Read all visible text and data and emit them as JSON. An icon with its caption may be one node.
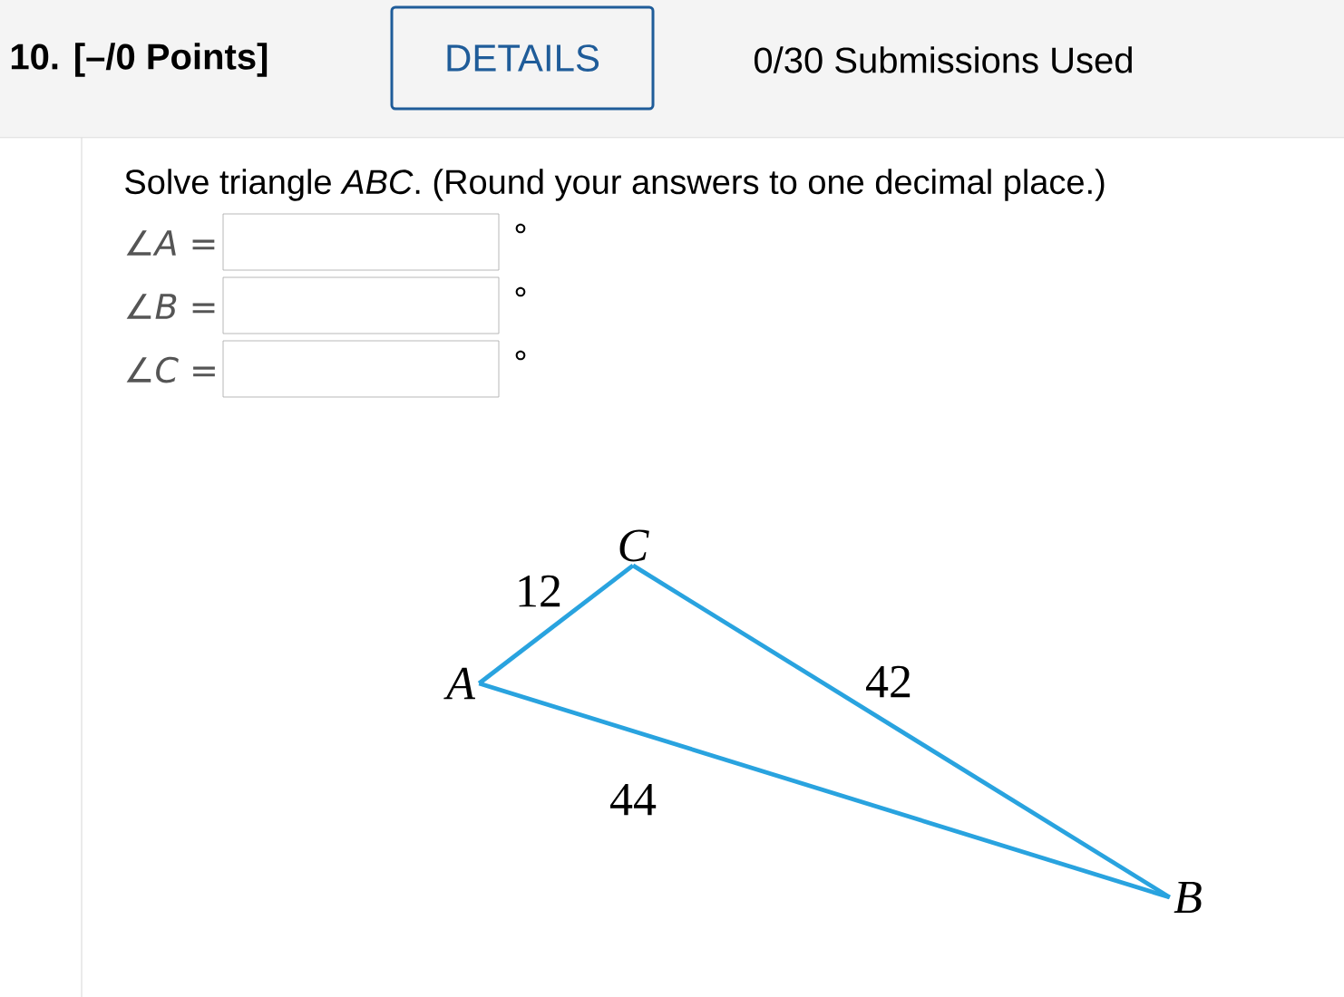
{
  "diagram": {
    "nodes": [
      {
        "text": [
          "A"
        ]
      },
      {
        "text": [
          "B"
        ]
      },
      {
        "text": [
          "C"
        ]
      }
    ],
    "edges": [
      {
        "from": 0,
        "to": 2,
        "arrow": "none",
        "label": "12"
      },
      {
        "from": 2,
        "to": 1,
        "arrow": "none",
        "label": "42"
      },
      {
        "from": 0,
        "to": 1,
        "arrow": "none",
        "label": "44"
      }
    ],
    "labels": [
      "10. [–/0 Points]",
      "DETAILS",
      "0/30 Submissions Used",
      "Solve triangle *ABC*. (Round your answers to one decimal place.)",
      "∠*A* =",
      "°",
      "∠*B* =",
      "°",
      "∠*C* =",
      "°"
    ]
  }
}
